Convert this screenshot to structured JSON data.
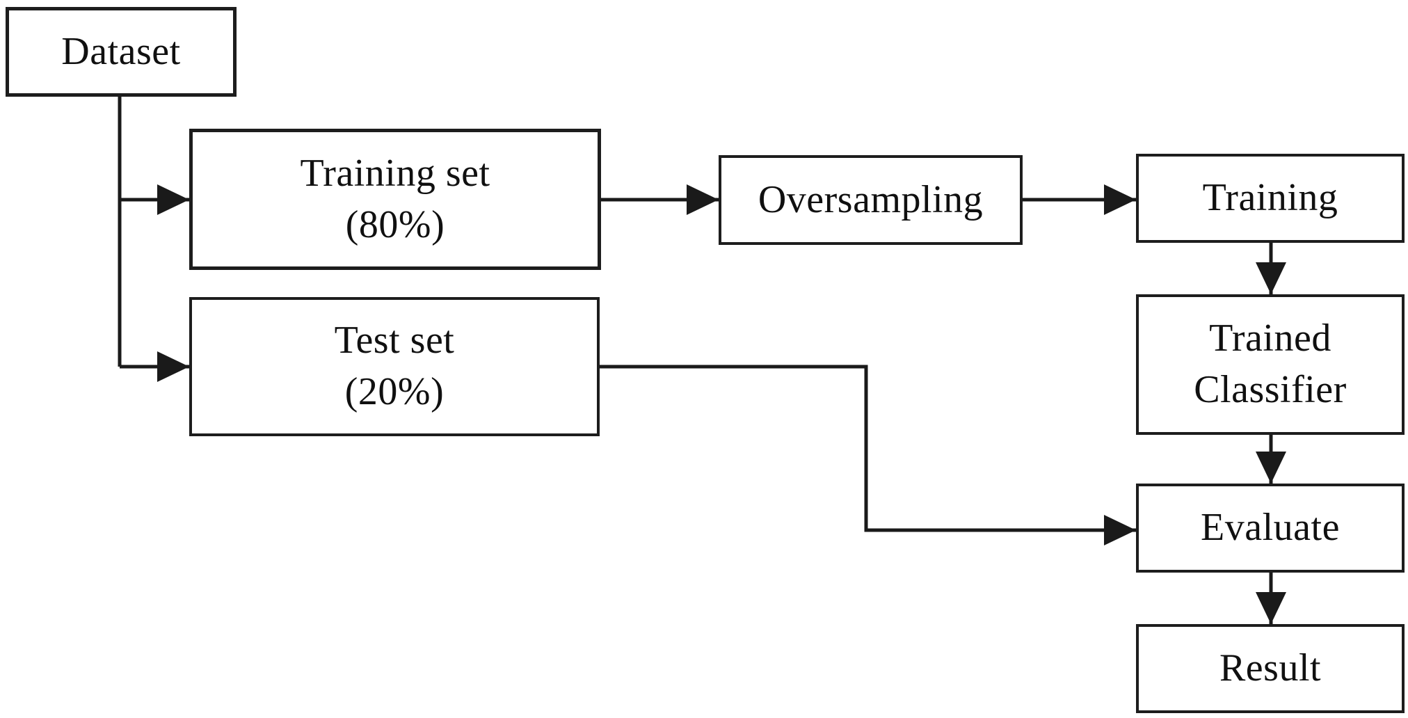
{
  "diagram": {
    "type": "flowchart",
    "background_color": "#ffffff",
    "line_color": "#1a1a1a",
    "text_color": "#101010",
    "nodes": {
      "dataset": {
        "lines": [
          "Dataset"
        ]
      },
      "training_set": {
        "lines": [
          "Training set",
          "(80%)"
        ]
      },
      "test_set": {
        "lines": [
          "Test set",
          "(20%)"
        ]
      },
      "oversampling": {
        "lines": [
          "Oversampling"
        ]
      },
      "training": {
        "lines": [
          "Training"
        ]
      },
      "trained_classifier": {
        "lines": [
          "Trained",
          "Classifier"
        ]
      },
      "evaluate": {
        "lines": [
          "Evaluate"
        ]
      },
      "result": {
        "lines": [
          "Result"
        ]
      }
    },
    "edges": [
      {
        "from": "dataset",
        "to": "training_set"
      },
      {
        "from": "dataset",
        "to": "test_set"
      },
      {
        "from": "training_set",
        "to": "oversampling"
      },
      {
        "from": "oversampling",
        "to": "training"
      },
      {
        "from": "training",
        "to": "trained_classifier"
      },
      {
        "from": "trained_classifier",
        "to": "evaluate"
      },
      {
        "from": "test_set",
        "to": "evaluate"
      },
      {
        "from": "evaluate",
        "to": "result"
      }
    ]
  }
}
